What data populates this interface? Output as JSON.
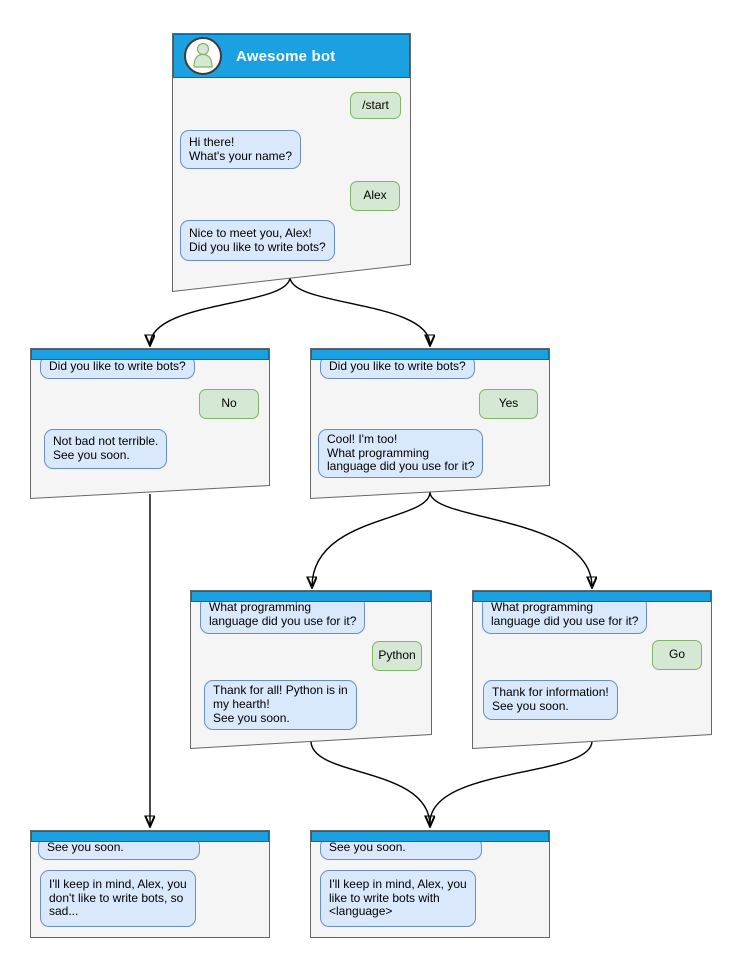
{
  "colors": {
    "header": "#1ba1e2",
    "header_border": "#006eaf",
    "bot_bubble": "#dae8fc",
    "bot_bubble_border": "#6c8ebf",
    "user_bubble": "#d5e8d4",
    "user_bubble_border": "#82b366",
    "window_fill": "#f5f5f5",
    "window_border": "#666666",
    "arrow": "#000000"
  },
  "windows": {
    "root": {
      "title": "Awesome bot",
      "msg_start": "/start",
      "msg_greet": "Hi there!\nWhat's your name?",
      "msg_name": "Alex",
      "msg_meet": "Nice to meet you, Alex!\nDid you like to write bots?"
    },
    "no_branch": {
      "msg_question": "Did you like to write bots?",
      "msg_answer": "No",
      "msg_reply": "Not bad not terrible.\nSee you soon."
    },
    "yes_branch": {
      "msg_question": "Did you like to write bots?",
      "msg_answer": "Yes",
      "msg_reply": "Cool! I'm too!\nWhat programming\nlanguage did you use for it?"
    },
    "python_branch": {
      "msg_question": "What programming\nlanguage did you use for it?",
      "msg_answer": "Python",
      "msg_reply": "Thank for all! Python is in\nmy hearth!\nSee you soon."
    },
    "go_branch": {
      "msg_question": "What programming\nlanguage did you use for it?",
      "msg_answer": "Go",
      "msg_reply": "Thank for information!\nSee you soon."
    },
    "end_no": {
      "msg_seeyou": "See you soon.",
      "msg_reply": "I'll keep in mind, Alex, you\ndon't like to write bots, so\nsad..."
    },
    "end_lang": {
      "msg_seeyou": "See you soon.",
      "msg_reply": "I'll keep in mind, Alex, you\nlike to write bots with\n<language>"
    }
  }
}
